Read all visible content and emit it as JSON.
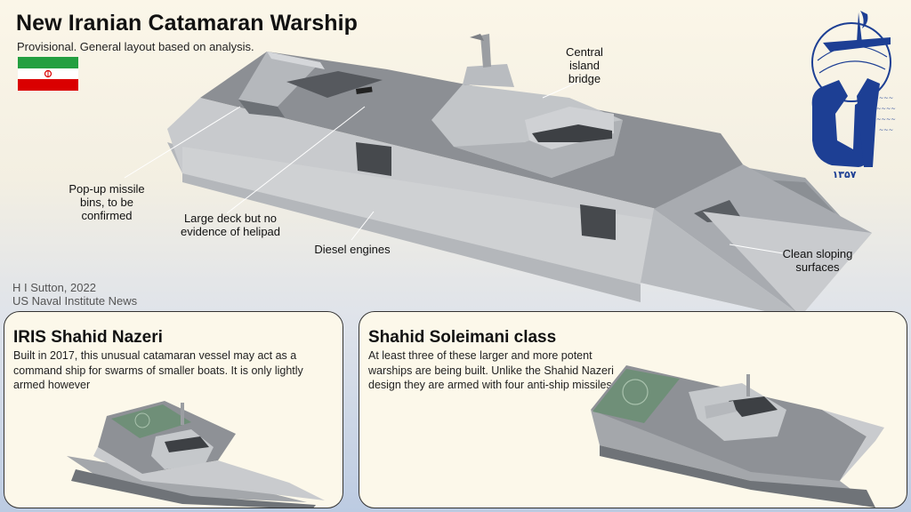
{
  "header": {
    "title": "New Iranian Catamaran Warship",
    "subtitle": "Provisional. General layout based on analysis."
  },
  "flag": {
    "colors": [
      "#239f40",
      "#ffffff",
      "#da0000"
    ]
  },
  "emblem": {
    "name": "irgc-emblem",
    "color": "#1d3f94"
  },
  "callouts": {
    "central_bridge": "Central island bridge",
    "missile_bins": "Pop-up missile bins, to be confirmed",
    "large_deck": "Large deck but no evidence of helipad",
    "diesel_engines": "Diesel engines",
    "sloping_surfaces": "Clean sloping surfaces"
  },
  "credits": {
    "author": "H I Sutton, 2022",
    "publisher": "US Naval Institute News"
  },
  "panels": {
    "nazeri": {
      "title": "IRIS Shahid Nazeri",
      "text": "Built in 2017, this unusual catamaran vessel may act as a command ship for swarms of smaller boats. It is only lightly armed however"
    },
    "soleimani": {
      "title": "Shahid Soleimani class",
      "text": "At least three of these larger and more potent warships are being built. Unlike the Shahid Nazeri design they are armed with four anti-ship missiles"
    }
  },
  "colors": {
    "hull_light": "#c7c9cc",
    "hull_mid": "#a3a6aa",
    "hull_dark": "#6e7276",
    "deck": "#8d9095",
    "helipad": "#6f8f78"
  }
}
